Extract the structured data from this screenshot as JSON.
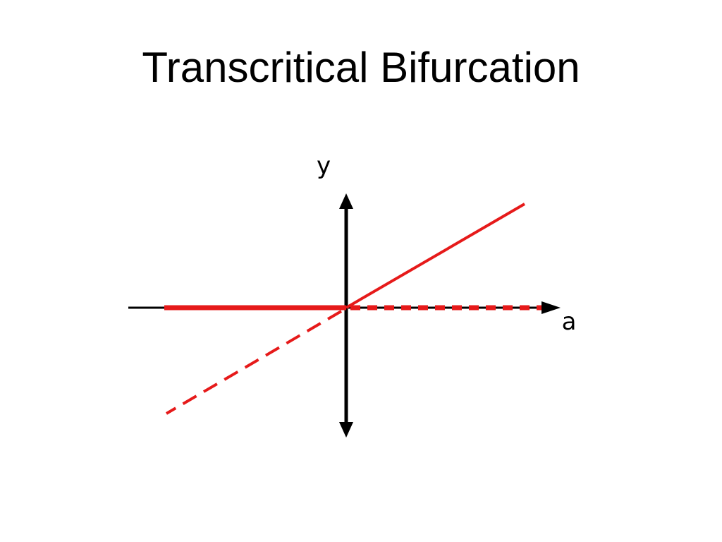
{
  "title": "Transcritical Bifurcation",
  "diagram": {
    "y_axis_label": "y",
    "x_axis_label": "a",
    "colors": {
      "axes": "#000000",
      "branches": "#e61a1a"
    },
    "branches": [
      {
        "name": "stable-zero-branch",
        "style": "solid",
        "from_a": "negative",
        "to_a": 0,
        "y": 0
      },
      {
        "name": "unstable-zero-branch",
        "style": "dashed",
        "from_a": 0,
        "to_a": "positive",
        "y": 0
      },
      {
        "name": "stable-nontrivial-branch",
        "style": "solid",
        "from_a": 0,
        "to_a": "positive",
        "y": "a"
      },
      {
        "name": "unstable-nontrivial-branch",
        "style": "dashed",
        "from_a": "negative",
        "to_a": 0,
        "y": "a"
      }
    ]
  }
}
